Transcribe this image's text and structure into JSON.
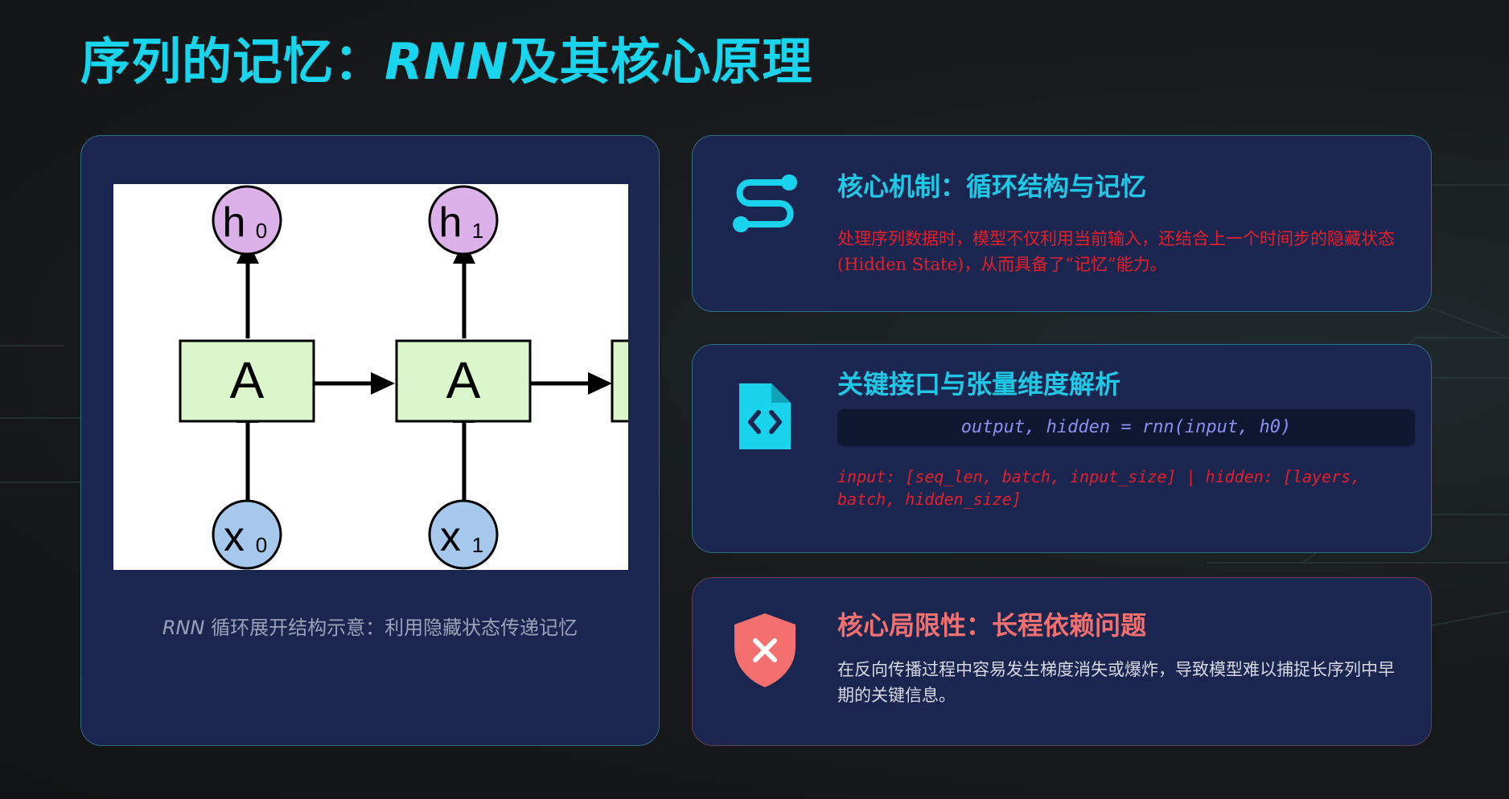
{
  "title": {
    "prefix": "序列的记忆：",
    "rnn": "RNN",
    "suffix": "及其核心原理"
  },
  "diagram": {
    "hidden_labels": [
      "h",
      "h"
    ],
    "hidden_subscripts": [
      "0",
      "1"
    ],
    "cell_labels": [
      "A",
      "A"
    ],
    "input_labels": [
      "x",
      "x"
    ],
    "input_subscripts": [
      "0",
      "1"
    ],
    "colors": {
      "hidden_fill": "#dcb0e8",
      "input_fill": "#a6c8ec",
      "cell_fill": "#dcf6cc"
    }
  },
  "caption": {
    "prefix": "RNN",
    "text": " 循环展开结构示意：利用隐藏状态传递记忆"
  },
  "cards": [
    {
      "icon": "route-icon",
      "title": "核心机制：循环结构与记忆",
      "text": "处理序列数据时，模型不仅利用当前输入，还结合上一个时间步的隐藏状态(Hidden State)，从而具备了“记忆”能力。"
    },
    {
      "icon": "code-file-icon",
      "title": "关键接口与张量维度解析",
      "code": "output, hidden = rnn(input, h0)",
      "shapes": "input: [seq_len, batch, input_size] | hidden: [layers, batch, hidden_size]"
    },
    {
      "icon": "shield-x-icon",
      "title": "核心局限性：长程依赖问题",
      "text": "在反向传播过程中容易发生梯度消失或爆炸，导致模型难以捕捉长序列中早期的关键信息。"
    }
  ],
  "colors": {
    "accent": "#18d4ec",
    "panel": "#1a2550",
    "warning": "#f4706e",
    "red_text": "#e3202a"
  }
}
